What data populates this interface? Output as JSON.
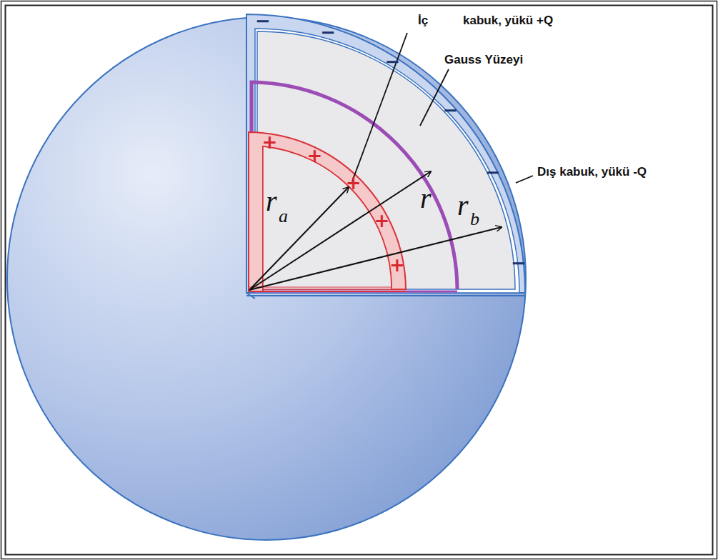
{
  "diagram": {
    "labels": [
      "İç",
      "kabuk, yükü +Q",
      "Gauss Yüzeyi",
      "Dış kabuk, yükü -Q",
      "r",
      "a",
      "r",
      "r",
      "b",
      "+",
      "+",
      "+",
      "+",
      "+",
      "−",
      "−",
      "−",
      "−",
      "−",
      "−"
    ]
  }
}
